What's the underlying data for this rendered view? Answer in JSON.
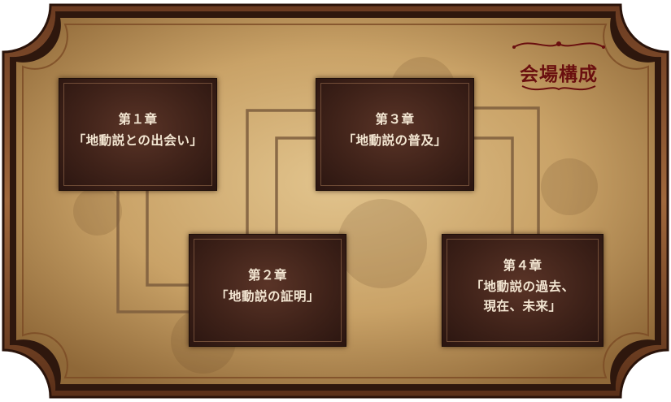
{
  "header": {
    "title": "会場構成"
  },
  "rooms": [
    {
      "line1": "第１章",
      "line2": "「地動説との出会い」"
    },
    {
      "line1": "第２章",
      "line2": "「地動説の証明」"
    },
    {
      "line1": "第３章",
      "line2": "「地動説の普及」"
    },
    {
      "line1": "第４章",
      "line2": "「地動説の過去、",
      "line3": "現在、未来」"
    }
  ],
  "colors": {
    "parchment": "#c9a46a",
    "frame": "#3a1e12",
    "room": "#3f2219",
    "connector": "#8a6a48",
    "title": "#6a0f0f"
  },
  "icons": {
    "ornament": "flourish-ornament-icon"
  }
}
